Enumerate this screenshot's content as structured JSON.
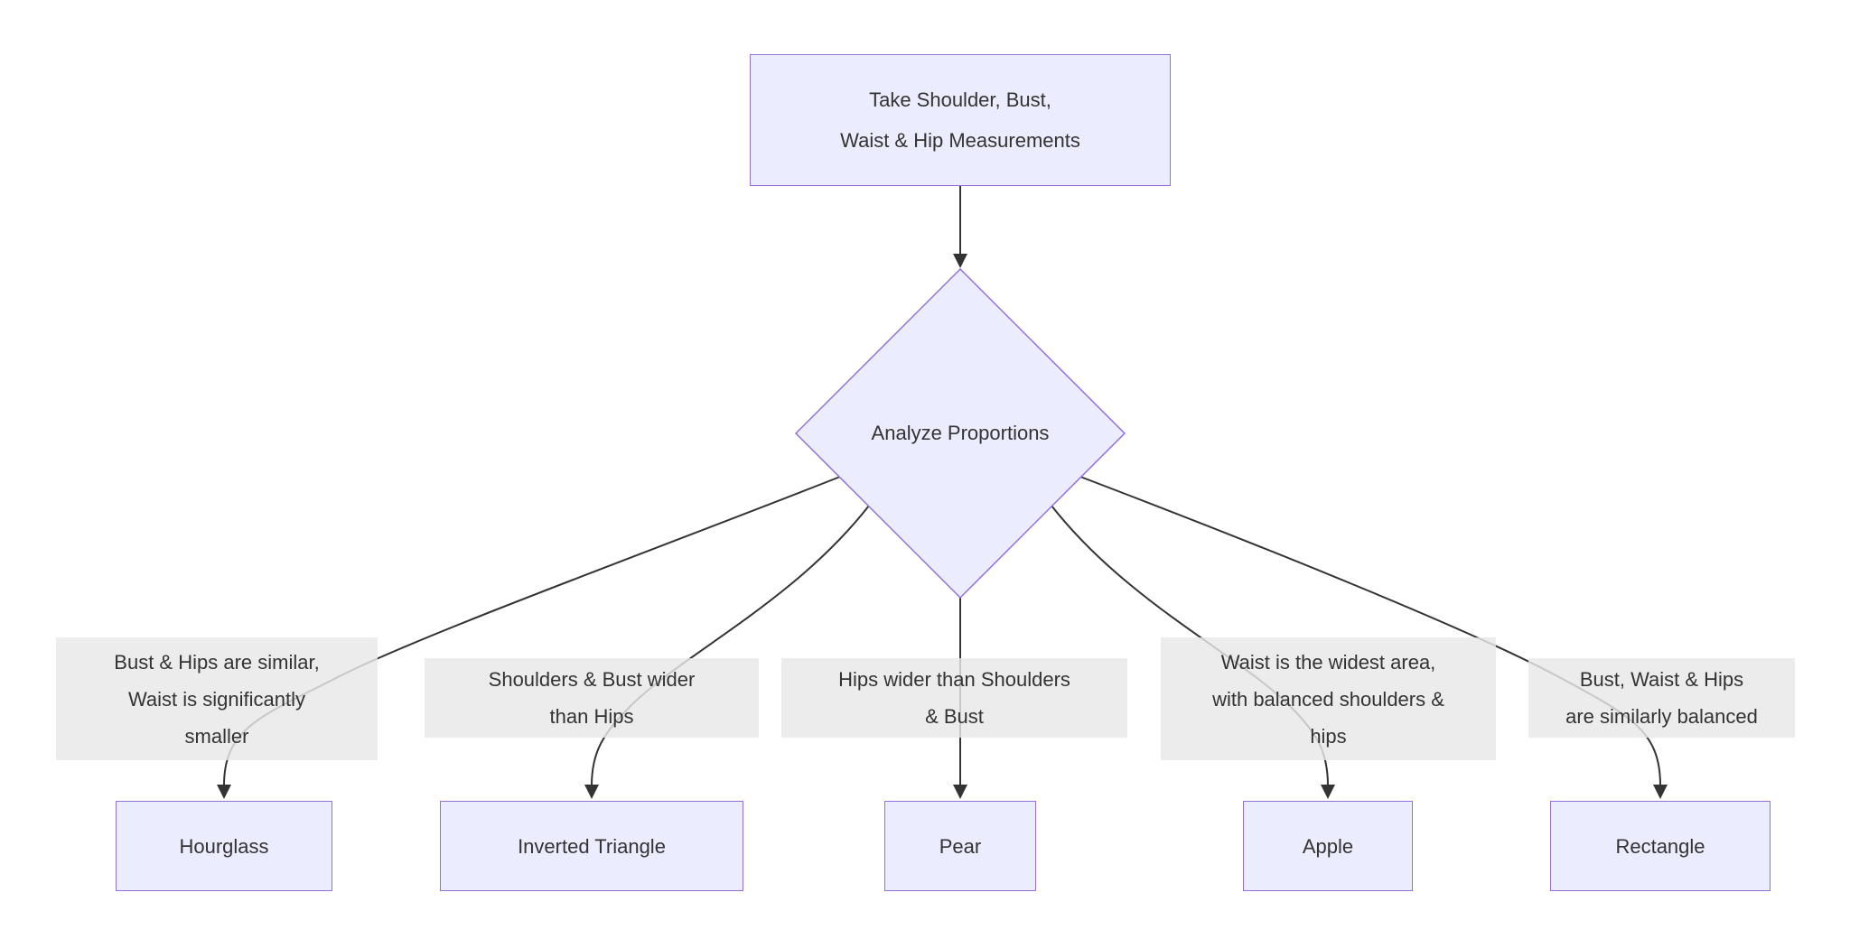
{
  "diagram": {
    "type": "flowchart",
    "colors": {
      "background": "#ffffff",
      "node_fill": "#ECECFF",
      "node_border": "#9370DB",
      "edge_line": "#333333",
      "edge_label_bg": "#e8e8e8",
      "text": "#333333"
    },
    "start_node": {
      "lines": [
        "Take Shoulder, Bust,",
        "Waist & Hip Measurements"
      ],
      "text": "Take Shoulder, Bust, Waist & Hip Measurements"
    },
    "decision_node": {
      "label": "Analyze Proportions"
    },
    "branches": [
      {
        "condition": "Bust & Hips are similar, Waist is significantly smaller",
        "condition_lines": [
          "Bust & Hips are similar,",
          "Waist is significantly",
          "smaller"
        ],
        "result": "Hourglass"
      },
      {
        "condition": "Shoulders & Bust wider than Hips",
        "condition_lines": [
          "Shoulders & Bust wider",
          "than Hips"
        ],
        "result": "Inverted Triangle"
      },
      {
        "condition": "Hips wider than Shoulders & Bust",
        "condition_lines": [
          "Hips wider than Shoulders",
          "& Bust"
        ],
        "result": "Pear"
      },
      {
        "condition": "Waist is the widest area, with balanced shoulders & hips",
        "condition_lines": [
          "Waist is the widest area,",
          "with balanced shoulders &",
          "hips"
        ],
        "result": "Apple"
      },
      {
        "condition": "Bust, Waist & Hips are similarly balanced",
        "condition_lines": [
          "Bust, Waist & Hips",
          "are similarly balanced"
        ],
        "result": "Rectangle"
      }
    ]
  }
}
